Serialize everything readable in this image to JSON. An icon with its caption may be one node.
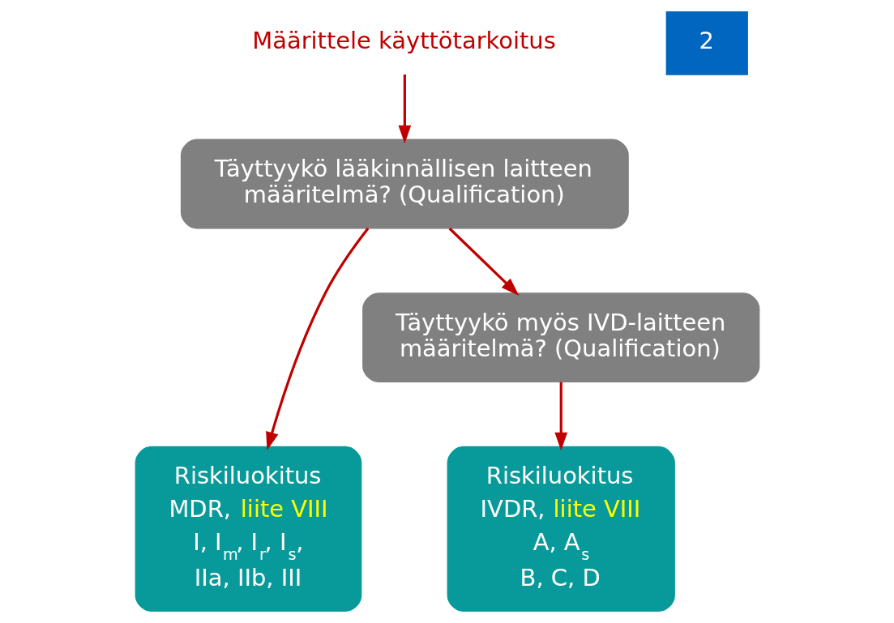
{
  "diagram": {
    "nodes": [
      {
        "text": [
          "Määrittele käyttötarkoitus"
        ]
      },
      {
        "text": [
          "Täyttyykö lääkinnällisen laitteen määritelmä? (Qualification)"
        ]
      },
      {
        "text": [
          "Täyttyykö myös IVD-laitteen määritelmä? (Qualification)"
        ]
      },
      {
        "text": [
          "Riskiluokitus",
          "MDR, liite VIII",
          "I, I$_{m}$, I$_{r}$, I$_{s}$,",
          "IIa, IIb, III"
        ]
      },
      {
        "text": [
          "Riskiluokitus",
          "IVDR, liite VIII",
          "A, A$_{s}$",
          "B, C, D"
        ]
      },
      {
        "text": [
          "2"
        ]
      }
    ],
    "edges": [
      {
        "from": 0,
        "to": 1,
        "arrow": "to"
      },
      {
        "from": 1,
        "to": 3,
        "arrow": "to"
      },
      {
        "from": 1,
        "to": 2,
        "arrow": "to"
      },
      {
        "from": 2,
        "to": 4,
        "arrow": "to"
      }
    ]
  }
}
